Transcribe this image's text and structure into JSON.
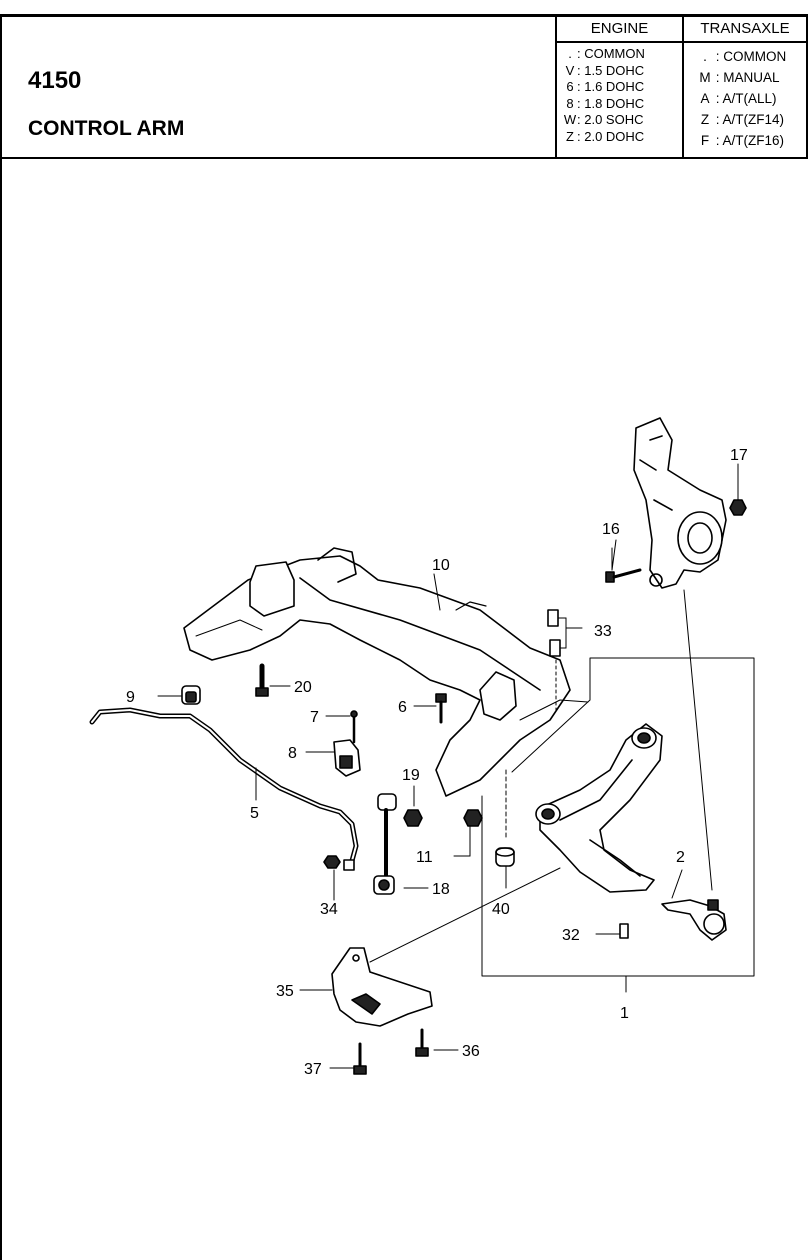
{
  "header": {
    "part_number": "4150",
    "part_title": "CONTROL ARM"
  },
  "engine_legend": {
    "title": "ENGINE",
    "rows": [
      {
        "code": ".",
        "desc": ": COMMON"
      },
      {
        "code": "V",
        "desc": ": 1.5 DOHC"
      },
      {
        "code": "6",
        "desc": ": 1.6 DOHC"
      },
      {
        "code": "8",
        "desc": ": 1.8 DOHC"
      },
      {
        "code": "W",
        "desc": ": 2.0 SOHC"
      },
      {
        "code": "Z",
        "desc": ": 2.0 DOHC"
      }
    ]
  },
  "transaxle_legend": {
    "title": "TRANSAXLE",
    "rows": [
      {
        "code": ".",
        "desc": ": COMMON"
      },
      {
        "code": "M",
        "desc": ": MANUAL"
      },
      {
        "code": "A",
        "desc": ": A/T(ALL)"
      },
      {
        "code": "Z",
        "desc": ": A/T(ZF14)"
      },
      {
        "code": "F",
        "desc": ": A/T(ZF16)"
      }
    ]
  },
  "callouts": {
    "c1": "1",
    "c2": "2",
    "c5": "5",
    "c6": "6",
    "c7": "7",
    "c8": "8",
    "c9": "9",
    "c10": "10",
    "c11": "11",
    "c16": "16",
    "c17": "17",
    "c18": "18",
    "c19": "19",
    "c20": "20",
    "c32": "32",
    "c33": "33",
    "c34": "34",
    "c35": "35",
    "c36": "36",
    "c37": "37",
    "c40": "40"
  }
}
